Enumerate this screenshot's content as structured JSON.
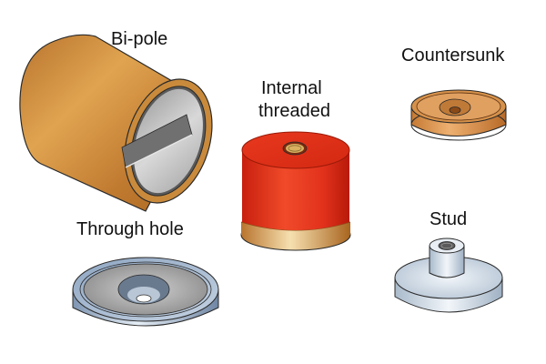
{
  "items": [
    {
      "id": "bi-pole",
      "label": "Bi-pole",
      "material": "copper"
    },
    {
      "id": "internal-threaded",
      "label_line1": "Internal",
      "label_line2": "threaded",
      "material": "red"
    },
    {
      "id": "countersunk",
      "label": "Countersunk",
      "material": "copper"
    },
    {
      "id": "through-hole",
      "label": "Through hole",
      "material": "steel"
    },
    {
      "id": "stud",
      "label": "Stud",
      "material": "steel"
    }
  ],
  "colors": {
    "copper": "#c98a3c",
    "copper_light": "#e0a45a",
    "red": "#e2321c",
    "steel": "#b9c8d8",
    "outline": "#2a2a2a"
  }
}
